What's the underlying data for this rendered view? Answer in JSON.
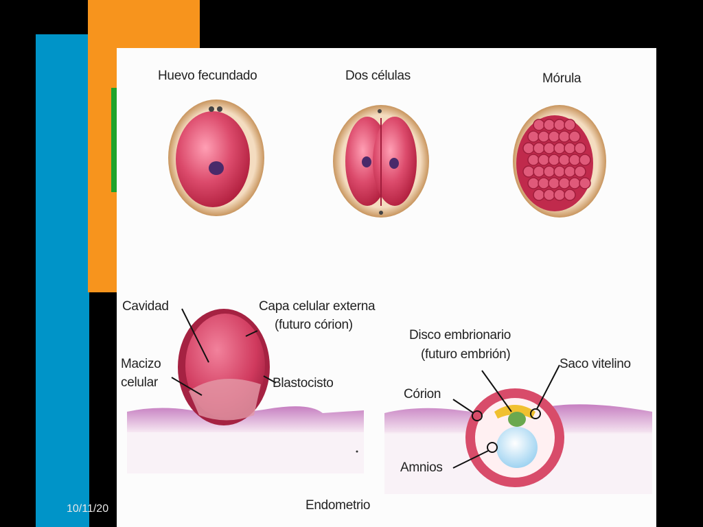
{
  "footer": {
    "date": "10/11/20"
  },
  "diagram": {
    "stage_titles": [
      "Huevo fecundado",
      "Dos células",
      "Mórula"
    ],
    "labels": {
      "cavidad": "Cavidad",
      "capa_line1": "Capa celular externa",
      "capa_line2": "(futuro córion)",
      "macizo_line1": "Macizo",
      "macizo_line2": "celular",
      "blastocisto": "Blastocisto",
      "disco_line1": "Disco embrionario",
      "disco_line2": "(futuro embrión)",
      "saco": "Saco vitelino",
      "corion": "Córion",
      "amnios": "Amnios",
      "endometrio": "Endometrio"
    }
  },
  "colors": {
    "blue_bar": "#0094c8",
    "orange_bar": "#f7941d",
    "green_bar": "#1fa32b",
    "cell_red": "#d23a5c",
    "tissue_pink": "#c98ac8"
  }
}
